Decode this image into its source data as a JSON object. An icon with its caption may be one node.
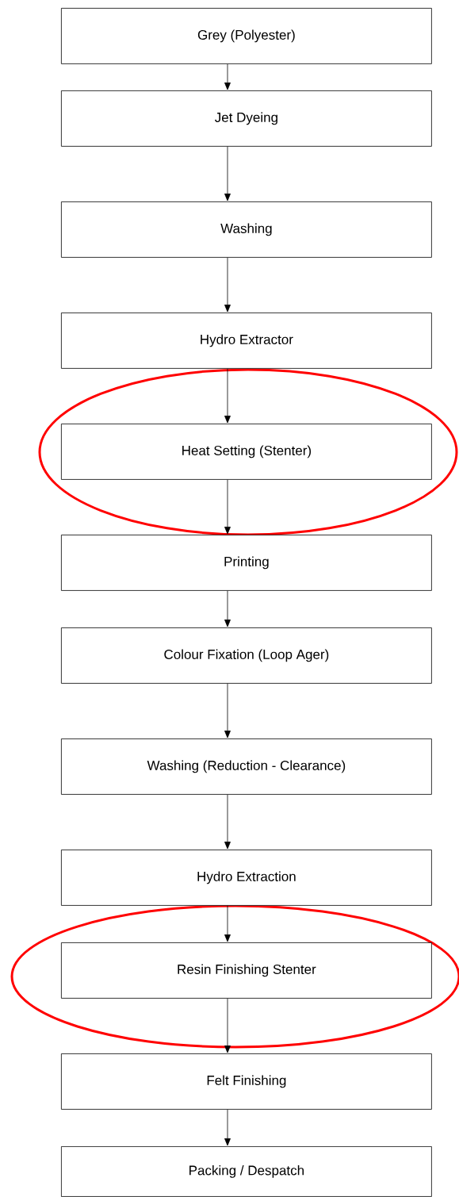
{
  "diagram": {
    "nodes": [
      {
        "text": [
          "Grey (Polyester)"
        ]
      },
      {
        "text": [
          "Jet Dyeing"
        ]
      },
      {
        "text": [
          "Washing"
        ]
      },
      {
        "text": [
          "Hydro Extractor"
        ]
      },
      {
        "text": [
          "Heat Setting (Stenter)"
        ]
      },
      {
        "text": [
          "Printing"
        ]
      },
      {
        "text": [
          "Colour Fixation (Loop Ager)"
        ]
      },
      {
        "text": [
          "Washing (Reduction - Clearance)"
        ]
      },
      {
        "text": [
          "Hydro Extraction"
        ]
      },
      {
        "text": [
          "Resin Finishing Stenter"
        ]
      },
      {
        "text": [
          "Felt Finishing"
        ]
      },
      {
        "text": [
          "Packing / Despatch"
        ]
      }
    ],
    "edges": [
      {
        "from": 0,
        "to": 1,
        "arrow": "to"
      },
      {
        "from": 1,
        "to": 2,
        "arrow": "to"
      },
      {
        "from": 2,
        "to": 3,
        "arrow": "to"
      },
      {
        "from": 3,
        "to": 4,
        "arrow": "to"
      },
      {
        "from": 4,
        "to": 5,
        "arrow": "to"
      },
      {
        "from": 5,
        "to": 6,
        "arrow": "to"
      },
      {
        "from": 6,
        "to": 7,
        "arrow": "to"
      },
      {
        "from": 7,
        "to": 8,
        "arrow": "to"
      },
      {
        "from": 8,
        "to": 9,
        "arrow": "to"
      },
      {
        "from": 9,
        "to": 10,
        "arrow": "to"
      },
      {
        "from": 10,
        "to": 11,
        "arrow": "to"
      }
    ]
  }
}
